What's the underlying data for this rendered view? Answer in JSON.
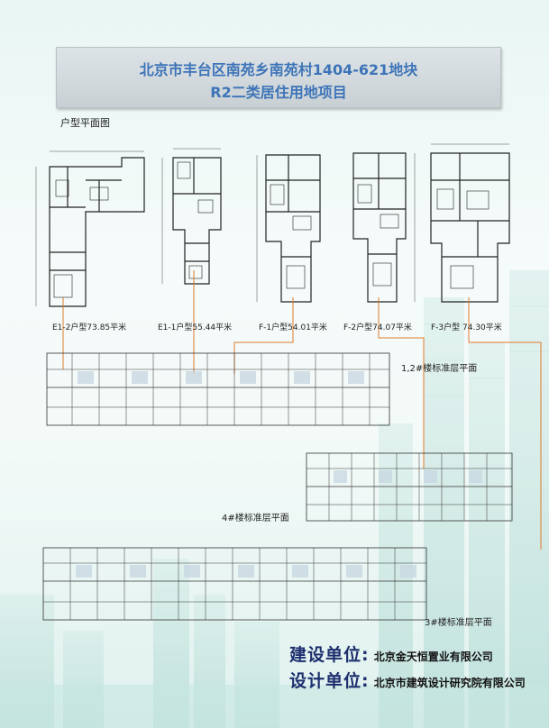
{
  "header": {
    "title_line1": "北京市丰台区南苑乡南苑村1404-621地块",
    "title_line2": "R2二类居住用地项目"
  },
  "section": {
    "label": "户型平面图"
  },
  "units": [
    {
      "id": "E1-2",
      "caption": "E1-2户型73.85平米"
    },
    {
      "id": "E1-1",
      "caption": "E1-1户型55.44平米"
    },
    {
      "id": "F-1",
      "caption": "F-1户型54.01平米"
    },
    {
      "id": "F-2",
      "caption": "F-2户型74.07平米"
    },
    {
      "id": "F-3",
      "caption": "F-3户型 74.30平米"
    }
  ],
  "floor_plans": {
    "b12": "1,2#楼标准层平面",
    "b4": "4#楼标准层平面",
    "b3": "3#楼标准层平面"
  },
  "credits": {
    "builder_role": "建设单位:",
    "builder_name": "北京金天恒置业有限公司",
    "designer_role": "设计单位:",
    "designer_name": "北京市建筑设计研究院有限公司"
  },
  "colors": {
    "title": "#3d74b8",
    "role": "#1d2f6e",
    "leader": "#e07a2b"
  }
}
